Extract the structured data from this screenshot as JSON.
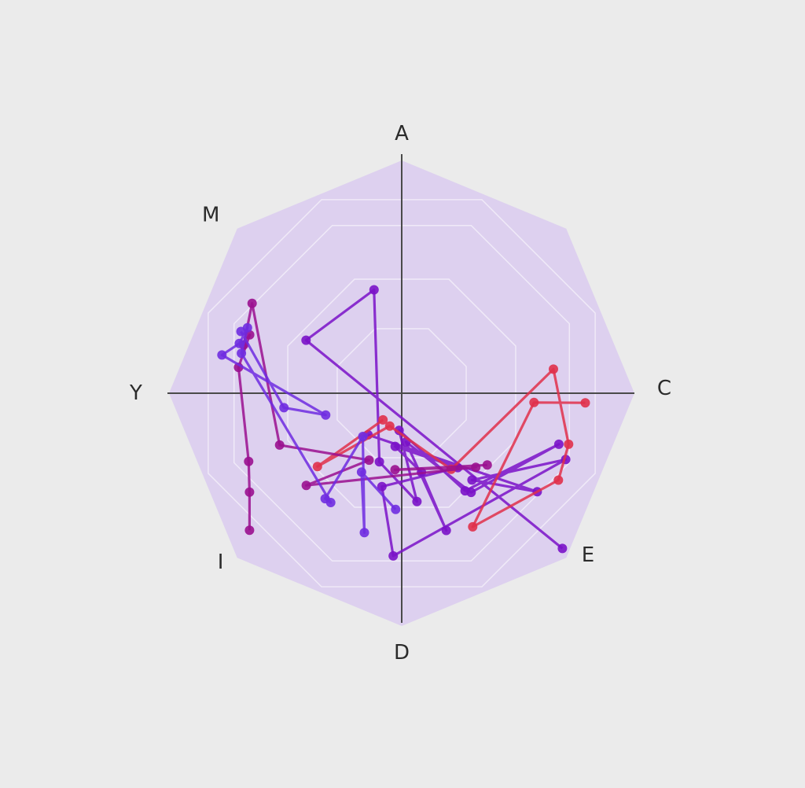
{
  "chart_data": {
    "type": "radar",
    "axes": [
      "A",
      "C",
      "E",
      "D",
      "I",
      "Y",
      "M"
    ],
    "grid": true,
    "series": [
      {
        "color": "#7a12c8",
        "points": [
          [
            134,
            0.96
          ],
          [
            299,
            0.47
          ],
          [
            345,
            0.46
          ],
          [
            198,
            0.31
          ],
          [
            172,
            0.47
          ],
          [
            184,
            0.16
          ],
          [
            147,
            0.5
          ],
          [
            108,
            0.71
          ],
          [
            145,
            0.52
          ],
          [
            175,
            0.21
          ],
          [
            162,
            0.62
          ],
          [
            166,
            0.35
          ],
          [
            187,
            0.23
          ],
          [
            143,
            0.4
          ],
          [
            192,
            0.41
          ],
          [
            183,
            0.7
          ],
          [
            112,
            0.76
          ],
          [
            141,
            0.48
          ],
          [
            126,
            0.72
          ],
          [
            219,
            0.23
          ]
        ]
      },
      {
        "color": "#e0304a",
        "points": [
          [
            93,
            0.79
          ],
          [
            94,
            0.57
          ],
          [
            152,
            0.65
          ],
          [
            119,
            0.77
          ],
          [
            107,
            0.75
          ],
          [
            81,
            0.66
          ],
          [
            147,
            0.39
          ],
          [
            200,
            0.15
          ],
          [
            229,
            0.48
          ],
          [
            215,
            0.14
          ]
        ]
      },
      {
        "color": "#9a0f8f",
        "points": [
          [
            130,
            0.48
          ],
          [
            185,
            0.33
          ],
          [
            135,
            0.45
          ],
          [
            226,
            0.57
          ],
          [
            206,
            0.32
          ],
          [
            247,
            0.57
          ],
          [
            301,
            0.75
          ],
          [
            287,
            0.71
          ],
          [
            291,
            0.7
          ],
          [
            279,
            0.71
          ],
          [
            246,
            0.72
          ],
          [
            237,
            0.78
          ],
          [
            228,
            0.88
          ]
        ]
      },
      {
        "color": "#6f2ce0",
        "points": [
          [
            183,
            0.5
          ],
          [
            207,
            0.38
          ],
          [
            195,
            0.62
          ],
          [
            222,
            0.25
          ],
          [
            216,
            0.56
          ],
          [
            213,
            0.56
          ],
          [
            284,
            0.71
          ],
          [
            293,
            0.72
          ],
          [
            287,
            0.73
          ],
          [
            282,
            0.79
          ],
          [
            254,
            0.34
          ],
          [
            263,
            0.51
          ],
          [
            291,
            0.74
          ]
        ]
      }
    ]
  }
}
